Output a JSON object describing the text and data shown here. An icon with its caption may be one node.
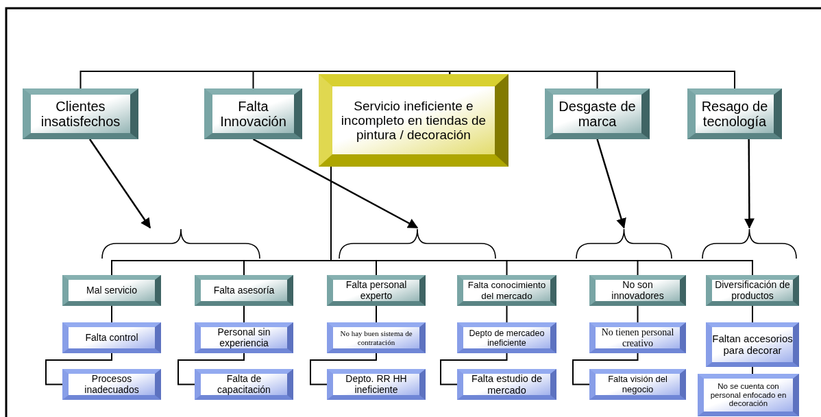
{
  "diagram": {
    "nodes": [
      {
        "text": [
          "Servicio ineficiente e incompleto  en tiendas de pintura / decoración"
        ]
      },
      {
        "text": [
          "Clientes insatisfechos"
        ]
      },
      {
        "text": [
          "Falta Innovación"
        ]
      },
      {
        "text": [
          "Desgaste de marca"
        ]
      },
      {
        "text": [
          "Resago de tecnología"
        ]
      },
      {
        "text": [],
        "shape": "brace"
      },
      {
        "text": [],
        "shape": "brace"
      },
      {
        "text": [],
        "shape": "brace"
      },
      {
        "text": [],
        "shape": "brace"
      },
      {
        "text": [
          "Mal servicio"
        ]
      },
      {
        "text": [
          "Falta asesoría"
        ]
      },
      {
        "text": [
          "Falta personal experto"
        ]
      },
      {
        "text": [
          "Falta conocimiento del mercado"
        ]
      },
      {
        "text": [
          "No son innovadores"
        ]
      },
      {
        "text": [
          "Diversificación de productos"
        ]
      },
      {
        "text": [
          "Falta control"
        ]
      },
      {
        "text": [
          "Personal sin experiencia"
        ]
      },
      {
        "text": [
          "No hay buen sistema de contratación"
        ]
      },
      {
        "text": [
          "Depto de mercadeo ineficiente"
        ]
      },
      {
        "text": [
          "No tienen personal creativo"
        ]
      },
      {
        "text": [
          "Faltan accesorios para decorar"
        ]
      },
      {
        "text": [
          "Procesos inadecuados"
        ]
      },
      {
        "text": [
          "Falta de capacitación"
        ]
      },
      {
        "text": [
          "Depto. RR HH ineficiente"
        ]
      },
      {
        "text": [
          "Falta estudio de mercado"
        ]
      },
      {
        "text": [
          "Falta visión del negocio"
        ]
      },
      {
        "text": [
          "No se cuenta con personal enfocado en decoración"
        ]
      }
    ],
    "edges": [
      {
        "from": 0,
        "to": 1,
        "arrow": "none"
      },
      {
        "from": 0,
        "to": 2,
        "arrow": "none"
      },
      {
        "from": 0,
        "to": 3,
        "arrow": "none"
      },
      {
        "from": 0,
        "to": 4,
        "arrow": "none"
      },
      {
        "from": 1,
        "to": 5,
        "arrow": "to"
      },
      {
        "from": 2,
        "to": 6,
        "arrow": "to"
      },
      {
        "from": 3,
        "to": 7,
        "arrow": "to"
      },
      {
        "from": 4,
        "to": 8,
        "arrow": "to"
      },
      {
        "from": 0,
        "to": 9,
        "arrow": "none"
      },
      {
        "from": 0,
        "to": 10,
        "arrow": "none"
      },
      {
        "from": 0,
        "to": 11,
        "arrow": "none"
      },
      {
        "from": 0,
        "to": 12,
        "arrow": "none"
      },
      {
        "from": 0,
        "to": 13,
        "arrow": "none"
      },
      {
        "from": 0,
        "to": 14,
        "arrow": "none"
      },
      {
        "from": 9,
        "to": 15,
        "arrow": "none"
      },
      {
        "from": 10,
        "to": 16,
        "arrow": "none"
      },
      {
        "from": 11,
        "to": 17,
        "arrow": "none"
      },
      {
        "from": 12,
        "to": 18,
        "arrow": "none"
      },
      {
        "from": 13,
        "to": 19,
        "arrow": "none"
      },
      {
        "from": 14,
        "to": 20,
        "arrow": "none"
      },
      {
        "from": 15,
        "to": 21,
        "arrow": "none"
      },
      {
        "from": 16,
        "to": 22,
        "arrow": "none"
      },
      {
        "from": 17,
        "to": 23,
        "arrow": "none"
      },
      {
        "from": 18,
        "to": 24,
        "arrow": "none"
      },
      {
        "from": 19,
        "to": 25,
        "arrow": "none"
      },
      {
        "from": 20,
        "to": 26,
        "arrow": "none"
      }
    ]
  }
}
